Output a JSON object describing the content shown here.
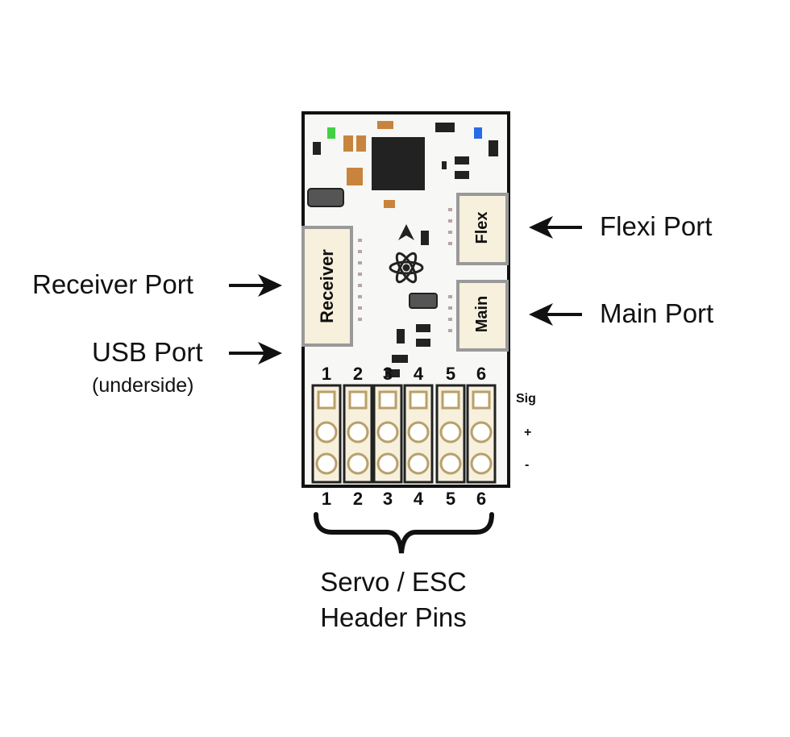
{
  "labels": {
    "receiver_port": "Receiver Port",
    "usb_port": "USB Port",
    "usb_sub": "(underside)",
    "flexi_port": "Flexi Port",
    "main_port": "Main Port"
  },
  "board_ports": {
    "receiver": "Receiver",
    "flex": "Flex",
    "main": "Main"
  },
  "header": {
    "top_numbers": [
      "1",
      "2",
      "3",
      "4",
      "5",
      "6"
    ],
    "bottom_numbers": [
      "1",
      "2",
      "3",
      "4",
      "5",
      "6"
    ],
    "row_labels": [
      "Sig",
      "+",
      "-"
    ]
  },
  "caption": {
    "line1": "Servo / ESC",
    "line2": "Header Pins"
  },
  "colors": {
    "board": "#f7f7f5",
    "outline": "#111111",
    "port_fill": "#f6f0dc",
    "chip": "#222222",
    "amber": "#c8843c",
    "green_led": "#44d044",
    "blue_led": "#2a6ae8"
  }
}
